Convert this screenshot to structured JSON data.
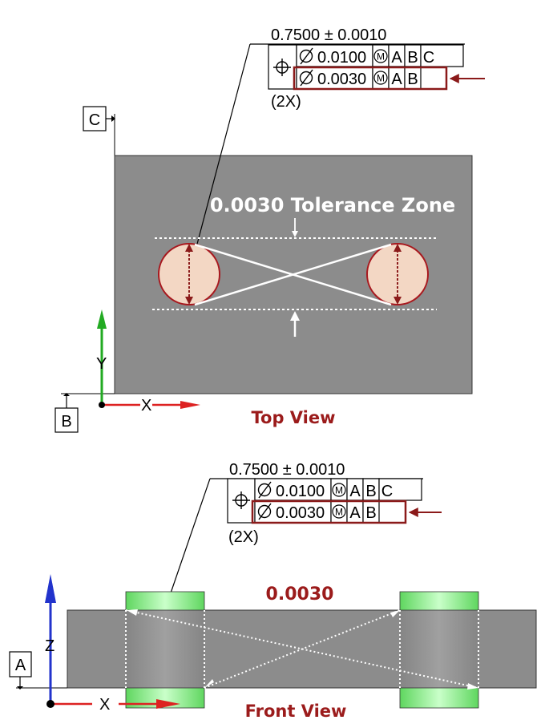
{
  "top_view": {
    "basic_dimension": "0.7500 ± 0.0010",
    "fcf_row1": {
      "tolerance": "0.0100",
      "datums": [
        "A",
        "B",
        "C"
      ]
    },
    "fcf_row2": {
      "tolerance": "0.0030",
      "datums": [
        "A",
        "B"
      ]
    },
    "count": "(2X)",
    "datum_c": "C",
    "datum_b": "B",
    "axis_x": "X",
    "axis_y": "Y",
    "zone_label": "0.0030 Tolerance Zone",
    "view_label": "Top View"
  },
  "front_view": {
    "basic_dimension": "0.7500 ± 0.0010",
    "fcf_row1": {
      "tolerance": "0.0100",
      "datums": [
        "A",
        "B",
        "C"
      ]
    },
    "fcf_row2": {
      "tolerance": "0.0030",
      "datums": [
        "A",
        "B"
      ]
    },
    "count": "(2X)",
    "datum_a": "A",
    "axis_x": "X",
    "axis_z": "Z",
    "zone_label": "0.0030",
    "view_label": "Front View"
  },
  "symbols": {
    "position": "position-symbol",
    "diameter": "diameter-symbol",
    "mmc": "mmc-modifier",
    "mmc_letter": "M"
  },
  "colors": {
    "plate": "#8c8c8c",
    "hole_fill": "#f3d7c4",
    "hole_stroke": "#a8181e",
    "highlight": "#8b1a1a",
    "pin_green": "#7ee87e",
    "label_red": "#9b1b1b",
    "axis_blue": "#2233cc",
    "axis_green": "#22aa22",
    "axis_red": "#dd2222"
  }
}
